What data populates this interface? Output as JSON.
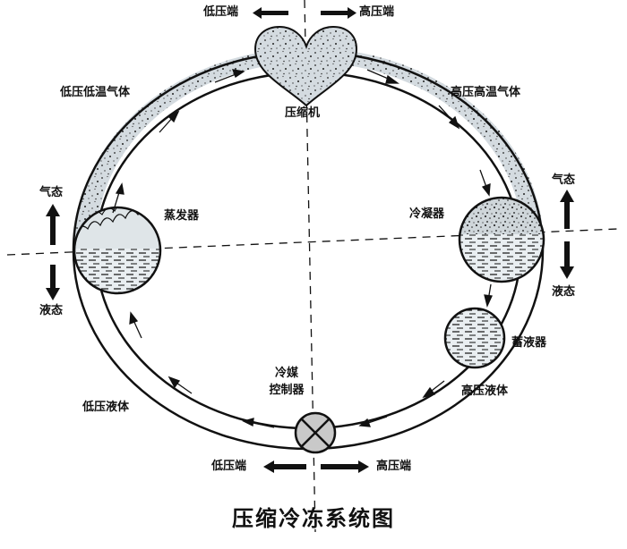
{
  "title": "压缩冷冻系统图",
  "components": {
    "compressor": "压缩机",
    "evaporator": "蒸发器",
    "condenser": "冷凝器",
    "receiver": "蓄液器",
    "controller_line1": "冷媒",
    "controller_line2": "控制器"
  },
  "states": {
    "low_temp_gas": "低压低温气体",
    "high_temp_gas": "高压高温气体",
    "high_liquid": "高压液体",
    "low_liquid": "低压液体"
  },
  "sides": {
    "top_low": "低压端",
    "top_high": "高压端",
    "bottom_low": "低压端",
    "bottom_high": "高压端"
  },
  "phase": {
    "left_gas": "气态",
    "left_liquid": "液态",
    "right_gas": "气态",
    "right_liquid": "液态"
  },
  "colors": {
    "ink": "#111111",
    "gas_fill": "#d4dbe0",
    "liquid_fill": "#ffffff"
  }
}
